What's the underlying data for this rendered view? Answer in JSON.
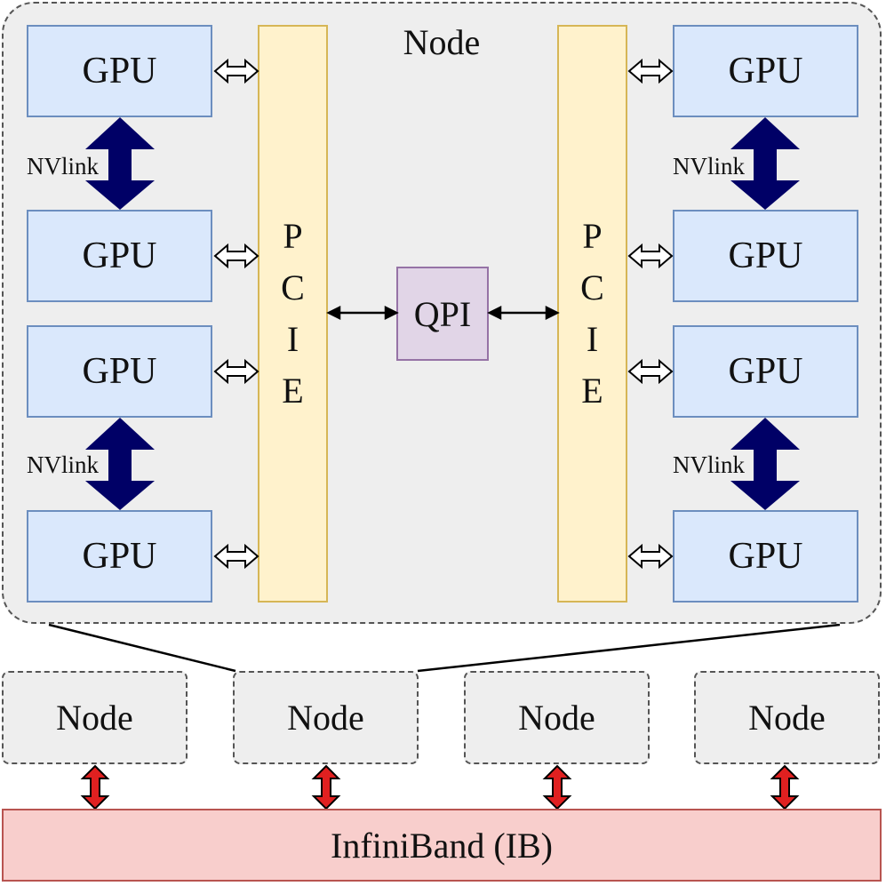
{
  "node_container": {
    "title": "Node"
  },
  "gpu_label": "GPU",
  "nvlink_label": "NVlink",
  "pcie_letters": [
    "P",
    "C",
    "I",
    "E"
  ],
  "qpi_label": "QPI",
  "cluster_nodes": [
    "Node",
    "Node",
    "Node",
    "Node"
  ],
  "interconnect_label": "InfiniBand (IB)",
  "colors": {
    "gpu_fill": "#dae8fc",
    "gpu_border": "#6c8ebf",
    "pcie_fill": "#fff2cc",
    "pcie_border": "#d6b656",
    "qpi_fill": "#e1d5e7",
    "qpi_border": "#9673a6",
    "nvlink_arrow": "#000066",
    "ib_fill": "#f8cecc",
    "ib_border": "#b85450",
    "ib_arrow": "#e02020",
    "node_fill": "#eeeeee",
    "node_border": "#555555"
  }
}
